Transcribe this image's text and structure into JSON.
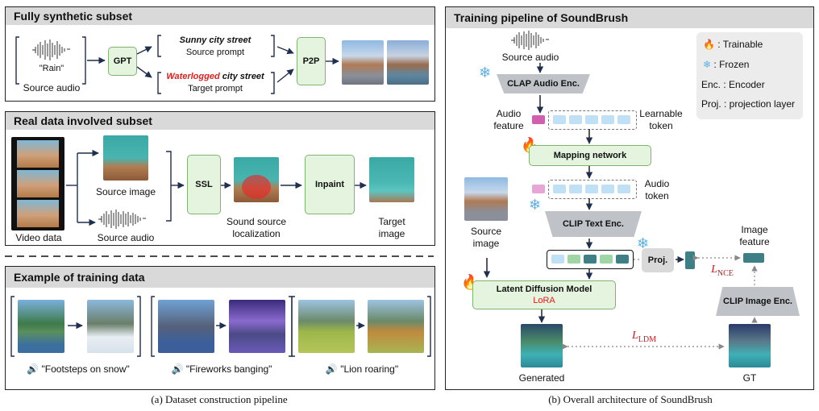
{
  "left": {
    "synthetic": {
      "header": "Fully synthetic subset",
      "rain_label": "\"Rain\"",
      "source_audio": "Source audio",
      "gpt": "GPT",
      "sunny_bold": "Sunny city street",
      "source_prompt": "Source prompt",
      "waterlogged_red": "Waterlogged",
      "city_street": " city street",
      "target_prompt": "Target prompt",
      "p2p": "P2P"
    },
    "real": {
      "header": "Real data involved subset",
      "video_data": "Video data",
      "source_image": "Source image",
      "source_audio": "Source audio",
      "ssl": "SSL",
      "sound_source_line1": "Sound source",
      "sound_source_line2": "localization",
      "inpaint": "Inpaint",
      "target_line1": "Target",
      "target_line2": "image"
    },
    "examples": {
      "header": "Example of training data",
      "items": [
        "\"Footsteps on snow\"",
        "\"Fireworks banging\"",
        "\"Lion roaring\""
      ]
    },
    "caption": "(a) Dataset construction pipeline"
  },
  "right": {
    "header": "Training pipeline of SoundBrush",
    "source_audio": "Source audio",
    "clap": "CLAP Audio Enc.",
    "audio_feature_l1": "Audio",
    "audio_feature_l2": "feature",
    "learnable_l1": "Learnable",
    "learnable_l2": "token",
    "mapping": "Mapping network",
    "audio_token_l1": "Audio",
    "audio_token_l2": "token",
    "clip_text": "CLIP Text Enc.",
    "source_image_l1": "Source",
    "source_image_l2": "image",
    "proj": "Proj.",
    "image_feature_l1": "Image",
    "image_feature_l2": "feature",
    "l_nce": "L",
    "l_nce_sub": "NCE",
    "ldm": "Latent Diffusion Model",
    "lora": "LoRA",
    "clip_image": "CLIP Image Enc.",
    "l_ldm": "L",
    "l_ldm_sub": "LDM",
    "generated": "Generated",
    "gt": "GT",
    "legend": {
      "trainable": ": Trainable",
      "frozen": ": Frozen",
      "enc": "Enc. : Encoder",
      "proj": "Proj. : projection layer"
    },
    "caption": "(b) Overall architecture of SoundBrush"
  },
  "colors": {
    "accent_green": "#e4f4de",
    "token_blue": "#bfe0f5",
    "token_pink": "#d05fb0",
    "token_teal": "#3f7f86",
    "red": "#e02020"
  }
}
